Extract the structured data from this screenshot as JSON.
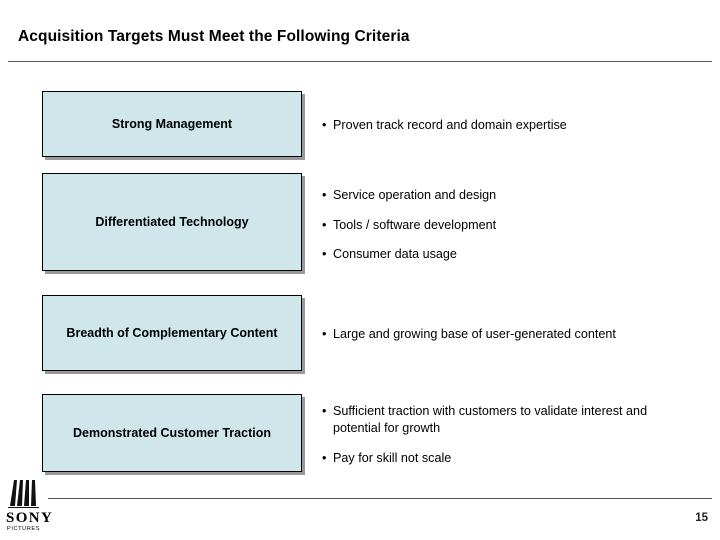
{
  "slide": {
    "title": "Acquisition Targets Must Meet the Following Criteria",
    "page_number": "15",
    "accent_color": "#cfe7ea",
    "border_color": "#000000"
  },
  "criteria_boxes": [
    {
      "label": "Strong Management"
    },
    {
      "label": "Differentiated Technology"
    },
    {
      "label": "Breadth of Complementary Content"
    },
    {
      "label": "Demonstrated Customer Traction"
    }
  ],
  "bullets": [
    {
      "marker": "•",
      "text": "Proven track record and domain expertise"
    },
    {
      "marker": "•",
      "text": "Service operation and design"
    },
    {
      "marker": "•",
      "text": "Tools / software development"
    },
    {
      "marker": "•",
      "text": "Consumer data usage"
    },
    {
      "marker": "•",
      "text": "Large and growing base of user-generated content"
    },
    {
      "marker": "•",
      "text": "Sufficient traction with customers to validate interest and potential for growth"
    },
    {
      "marker": "•",
      "text": "Pay for skill not scale"
    }
  ],
  "logo": {
    "wordmark": "SONY",
    "subtext": "PICTURES"
  }
}
